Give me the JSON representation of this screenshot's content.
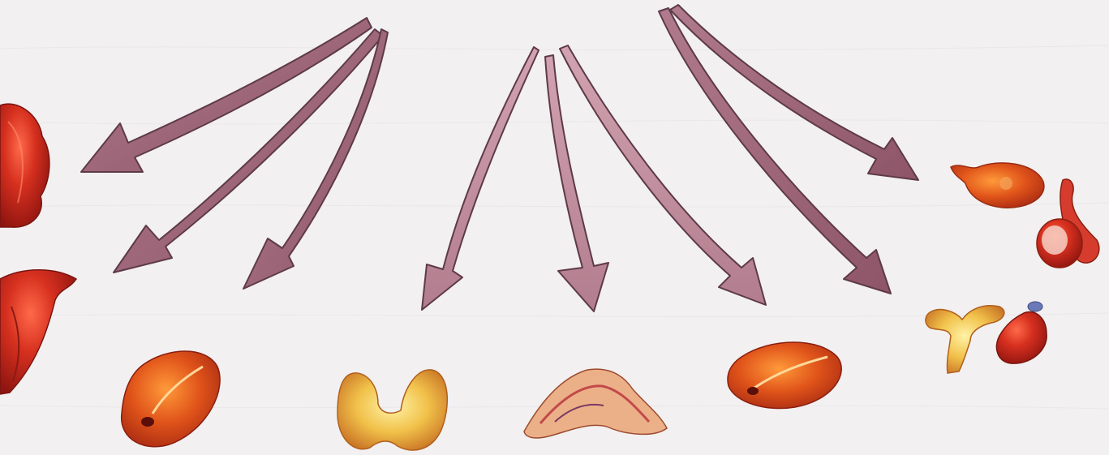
{
  "colors": {
    "background": "#f2f0f1",
    "arrow_fill_left": "#9c6577",
    "arrow_fill_mid": "#c48d9e",
    "arrow_stroke": "#5e3a49",
    "organ_red": "#c42a1e",
    "organ_orange": "#e0621c",
    "organ_yellow": "#f0c24a"
  },
  "arrows": [
    {
      "name": "arrow-1"
    },
    {
      "name": "arrow-2"
    },
    {
      "name": "arrow-3"
    },
    {
      "name": "arrow-4"
    },
    {
      "name": "arrow-5"
    },
    {
      "name": "arrow-6"
    },
    {
      "name": "arrow-7"
    },
    {
      "name": "arrow-8"
    },
    {
      "name": "arrow-9"
    }
  ],
  "organs": [
    "kidney-icon",
    "stomach-icon",
    "adrenal-icon",
    "thyroid-icon",
    "pituitary-icon",
    "pancreas-icon",
    "ovary-icon",
    "testis-icon",
    "thymus-icon",
    "parathyroid-icon"
  ]
}
